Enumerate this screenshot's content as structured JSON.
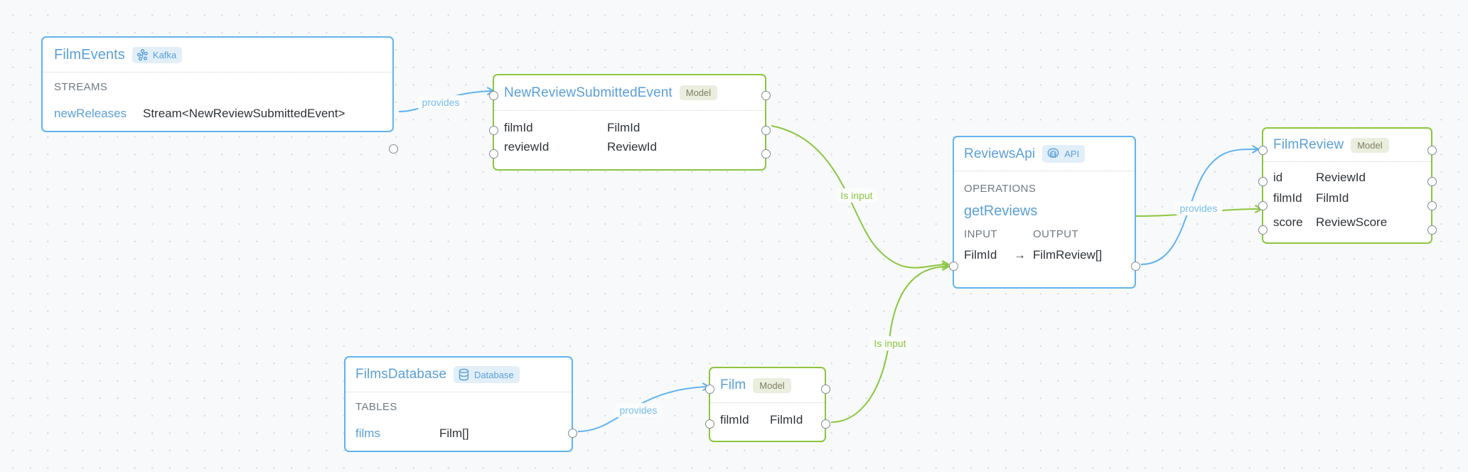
{
  "canvas": {
    "background": "#f7f9fa",
    "grid_dot_color": "#d8dde1",
    "accent_blue": "#5a9fd8",
    "accent_green": "#8cc63f",
    "port_stroke": "#808a91"
  },
  "nodes": [
    {
      "id": "FilmEvents",
      "title": "FilmEvents",
      "badge": {
        "label": "Kafka",
        "icon": "kafka-icon",
        "style": "blue"
      },
      "border": "blue",
      "section": "STREAMS",
      "rows": [
        {
          "key": "newReleases",
          "value": "Stream<NewReviewSubmittedEvent>"
        }
      ]
    },
    {
      "id": "NewReviewSubmittedEvent",
      "title": "NewReviewSubmittedEvent",
      "badge": {
        "label": "Model",
        "icon": "",
        "style": "olive"
      },
      "border": "green",
      "section": "",
      "rows": [
        {
          "key": "filmId",
          "value": "FilmId"
        },
        {
          "key": "reviewId",
          "value": "ReviewId"
        }
      ]
    },
    {
      "id": "ReviewsApi",
      "title": "ReviewsApi",
      "badge": {
        "label": "API",
        "icon": "api-gear-icon",
        "style": "blue"
      },
      "border": "blue",
      "section": "OPERATIONS",
      "operation": {
        "name": "getReviews",
        "input_label": "INPUT",
        "output_label": "OUTPUT",
        "input_type": "FilmId",
        "arrow": "→",
        "output_type": "FilmReview[]"
      },
      "rows": []
    },
    {
      "id": "FilmReview",
      "title": "FilmReview",
      "badge": {
        "label": "Model",
        "icon": "",
        "style": "olive"
      },
      "border": "green",
      "section": "",
      "rows": [
        {
          "key": "id",
          "value": "ReviewId"
        },
        {
          "key": "filmId",
          "value": "FilmId"
        },
        {
          "key": "score",
          "value": "ReviewScore"
        }
      ]
    },
    {
      "id": "FilmsDatabase",
      "title": "FilmsDatabase",
      "badge": {
        "label": "Database",
        "icon": "database-icon",
        "style": "blue"
      },
      "border": "blue",
      "section": "TABLES",
      "rows": [
        {
          "key": "films",
          "value": "Film[]"
        }
      ]
    },
    {
      "id": "Film",
      "title": "Film",
      "badge": {
        "label": "Model",
        "icon": "",
        "style": "olive"
      },
      "border": "green",
      "section": "",
      "rows": [
        {
          "key": "filmId",
          "value": "FilmId"
        }
      ]
    }
  ],
  "edges": [
    {
      "id": "e1",
      "label": "provides",
      "color": "blue",
      "from": "FilmEvents.newReleases",
      "to": "NewReviewSubmittedEvent.header"
    },
    {
      "id": "e2",
      "label": "Is input",
      "color": "green",
      "from": "NewReviewSubmittedEvent.filmId",
      "to": "ReviewsApi.getReviews"
    },
    {
      "id": "e3",
      "label": "provides",
      "color": "green",
      "from": "ReviewsApi.getReviews",
      "to": "FilmReview.filmId"
    },
    {
      "id": "e4",
      "label": "provides",
      "color": "blue",
      "from": "ReviewsApi.output",
      "to": "FilmReview.header"
    },
    {
      "id": "e5",
      "label": "provides",
      "color": "blue",
      "from": "FilmsDatabase.films",
      "to": "Film.header"
    },
    {
      "id": "e6",
      "label": "Is input",
      "color": "green",
      "from": "Film.filmId",
      "to": "ReviewsApi.getReviews"
    }
  ]
}
